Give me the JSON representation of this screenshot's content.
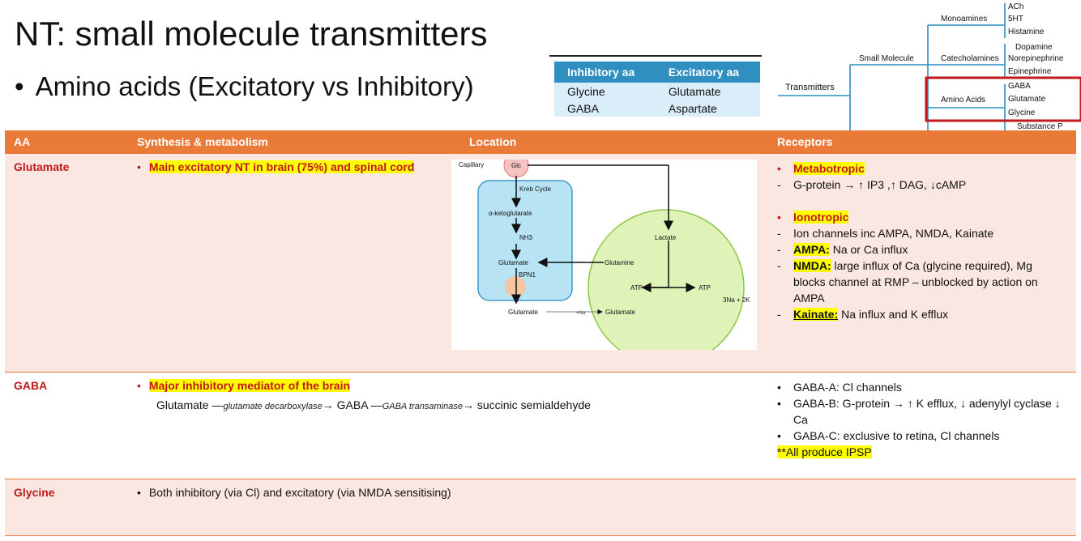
{
  "slide": {
    "title": "NT: small molecule transmitters",
    "subtitle_bullet": "•",
    "subtitle": "Amino acids (Excitatory vs Inhibitory)"
  },
  "aa_table": {
    "headers": [
      "Inhibitory aa",
      "Excitatory aa"
    ],
    "rows": [
      [
        "Glycine",
        "Glutamate"
      ],
      [
        "GABA",
        "Aspartate"
      ]
    ],
    "header_color": "#2e8fc0",
    "cell_color": "#d9eef8"
  },
  "tree": {
    "root": "Transmitters",
    "small_molecule": "Small Molecule",
    "monoamines": "Monoamines",
    "monoamine_items": [
      "ACh",
      "5HT",
      "Histamine"
    ],
    "catecholamines": "Catecholamines",
    "catecholamine_items": [
      "Dopamine",
      "Norepinephrine",
      "Epinephrine"
    ],
    "amino_acids": "Amino Acids",
    "amino_acid_items": [
      "GABA",
      "Glutamate",
      "Glycine"
    ],
    "peptide_item": "Substance P",
    "line_color": "#2e8fc0",
    "highlight_box_color": "#c0181c"
  },
  "table": {
    "headers": [
      "AA",
      "Synthesis & metabolism",
      "Location",
      "Receptors"
    ],
    "header_color": "#ea7a38",
    "glutamate": {
      "name": "Glutamate",
      "synthesis": "Main excitatory NT in brain (75%) and spinal cord",
      "receptors": {
        "metabotropic": "Metabotropic",
        "metabotropic_desc": "G-protein → ↑ IP3 ,↑ DAG, ↓cAMP",
        "ionotropic": "Ionotropic",
        "ion_channels": "Ion channels inc AMPA, NMDA, Kainate",
        "ampa_label": "AMPA:",
        "ampa_desc": " Na or Ca influx",
        "nmda_label": "NMDA:",
        "nmda_desc": " large influx of Ca (glycine required), Mg blocks channel at RMP – unblocked by action on AMPA",
        "kainate_label": "Kainate:",
        "kainate_desc": " Na influx and K efflux"
      }
    },
    "gaba": {
      "name": "GABA",
      "synthesis": "Major inhibitory mediator of the brain",
      "pathway": {
        "s1": "Glutamate",
        "e1": "glutamate decarboxylase",
        "s2": "GABA",
        "e2": "GABA transaminase",
        "s3": "succinic semialdehyde"
      },
      "receptors": [
        "GABA-A: Cl channels",
        "GABA-B: G-protein → ↑ K efflux, ↓ adenylyl cyclase ↓ Ca",
        "GABA-C: exclusive to retina, Cl channels"
      ],
      "note": "**All produce IPSP"
    },
    "glycine": {
      "name": "Glycine",
      "synthesis": "Both inhibitory (via Cl) and excitatory (via NMDA sensitising)"
    }
  },
  "diagram": {
    "capillary": "Capillary",
    "glc": "Glc",
    "kreb": "Kreb Cycle",
    "aketo": "α-ketoglutarate",
    "nh3": "NH3",
    "glutamate_in": "Glutamate",
    "bpn1": "BPN1",
    "glutamate_out": "Glutamate",
    "na": "+Na",
    "glutamate_right": "Glutamate",
    "lactate": "Lactate",
    "glutamine": "Glutamine",
    "atp_left": "ATP",
    "atp_right": "ATP",
    "pump": "3Na + 2K"
  }
}
